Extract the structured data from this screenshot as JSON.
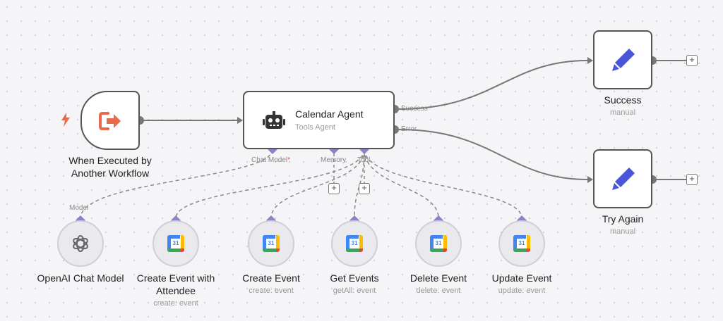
{
  "nodes": {
    "trigger": {
      "title": "When Executed by Another Workflow"
    },
    "agent": {
      "title": "Calendar Agent",
      "subtitle": "Tools Agent"
    },
    "success": {
      "title": "Success",
      "subtitle": "manual"
    },
    "try_again": {
      "title": "Try Again",
      "subtitle": "manual"
    },
    "openai": {
      "title": "OpenAI Chat Model",
      "subtitle": ""
    },
    "create_attendee": {
      "title": "Create Event with Attendee",
      "subtitle": "create: event"
    },
    "create_event": {
      "title": "Create Event",
      "subtitle": "create: event"
    },
    "get_events": {
      "title": "Get Events",
      "subtitle": "getAll: event"
    },
    "delete_event": {
      "title": "Delete Event",
      "subtitle": "delete: event"
    },
    "update_event": {
      "title": "Update Event",
      "subtitle": "update: event"
    }
  },
  "ports": {
    "success": "Success",
    "error": "Error",
    "chat_model": "Chat Model",
    "chat_model_required": "*",
    "memory": "Memory",
    "tool": "Tool",
    "model": "Model"
  },
  "icons": {
    "trigger": "exit-arrow-icon",
    "agent": "robot-icon",
    "action": "pencil-icon",
    "openai": "openai-logo-icon",
    "calendar": "google-calendar-icon",
    "add": "plus-icon"
  },
  "calendar_day": "31",
  "colors": {
    "trigger_orange": "#ea6b4c",
    "pencil_blue": "#4a55d8",
    "port_purple": "#8b84c4",
    "edge_gray": "#777777"
  }
}
